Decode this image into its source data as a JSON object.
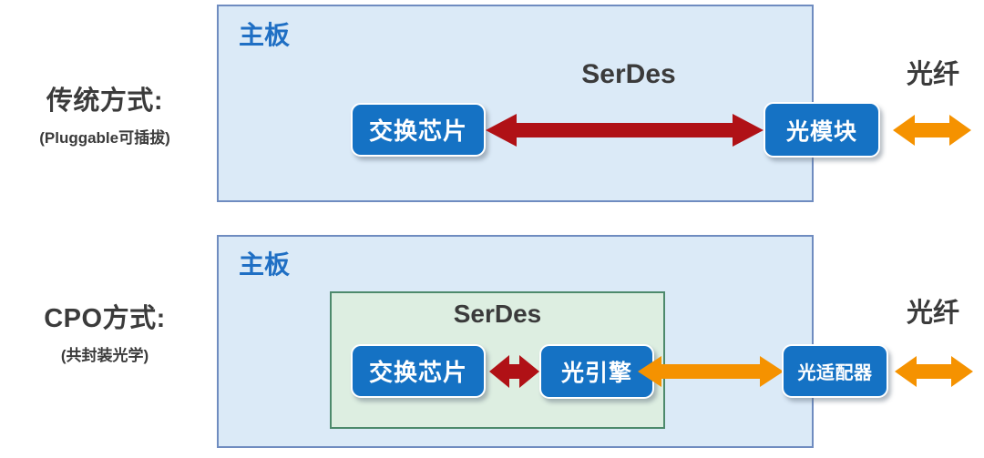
{
  "rows": [
    {
      "label": {
        "title": "传统方式:",
        "sub": "(Pluggable可插拔)"
      },
      "board_title": "主板",
      "serdes_label": "SerDes",
      "fiber_label": "光纤",
      "chips": [
        {
          "name": "switch-chip",
          "text": "交换芯片"
        },
        {
          "name": "optical-module",
          "text": "光模块"
        }
      ],
      "arrows": [
        {
          "name": "serdes-link-arrow",
          "color": "#b01116",
          "direction": "bidirectional"
        },
        {
          "name": "fiber-link-arrow",
          "color": "#f59200",
          "direction": "bidirectional"
        }
      ]
    },
    {
      "label": {
        "title": "CPO方式:",
        "sub": "(共封装光学)"
      },
      "board_title": "主板",
      "serdes_label": "SerDes",
      "fiber_label": "光纤",
      "chips": [
        {
          "name": "switch-chip",
          "text": "交换芯片"
        },
        {
          "name": "optical-engine",
          "text": "光引擎"
        },
        {
          "name": "optical-adapter",
          "text": "光适配器"
        }
      ],
      "arrows": [
        {
          "name": "serdes-link-arrow",
          "color": "#b01116",
          "direction": "bidirectional"
        },
        {
          "name": "engine-adapter-arrow",
          "color": "#f59200",
          "direction": "bidirectional"
        },
        {
          "name": "fiber-link-arrow",
          "color": "#f59200",
          "direction": "bidirectional"
        }
      ]
    }
  ],
  "colors": {
    "board_fill": "#dbeaf7",
    "board_border": "#6f8cc0",
    "board_title": "#1f6fc4",
    "package_fill": "#ddeee1",
    "package_border": "#4d8a6c",
    "chip_fill": "#1572c4",
    "chip_text": "#ffffff",
    "red_arrow": "#b01116",
    "orange_arrow": "#f59200",
    "caption_text": "#3b3b3b",
    "page_background": "#ffffff"
  }
}
